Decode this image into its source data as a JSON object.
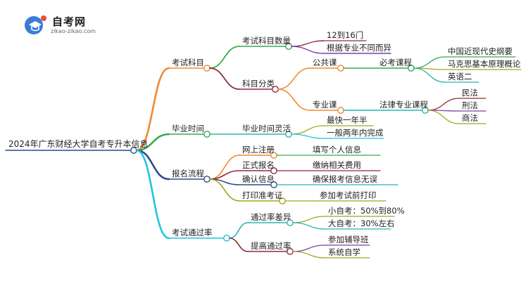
{
  "logo": {
    "name": "自考网",
    "url": "zikao-zikao.com"
  },
  "root": {
    "label": "2024年广东财经大学自考专升本信息"
  },
  "nodes": {
    "kskm": "考试科目",
    "kskm_sl": "考试科目数量",
    "kskm_sl_a": "12到16门",
    "kskm_sl_b": "根据专业不同而异",
    "kmfl": "科目分类",
    "ggk": "公共课",
    "bkkc": "必考课程",
    "bkkc_a": "中国近现代史纲要",
    "bkkc_b": "马克思基本原理概论",
    "bkkc_c": "英语二",
    "zyk": "专业课",
    "flzy": "法律专业课程",
    "flzy_a": "民法",
    "flzy_b": "刑法",
    "flzy_c": "商法",
    "bysj": "毕业时间",
    "bysjlh": "毕业时间灵活",
    "bysjlh_a": "最快一年半",
    "bysjlh_b": "一般两年内完成",
    "bmlc": "报名流程",
    "wszc": "网上注册",
    "wszc_a": "填写个人信息",
    "zsbm": "正式报名",
    "zsbm_a": "缴纳相关费用",
    "qrxx": "确认信息",
    "qrxx_a": "确保报考信息无误",
    "dyzkz": "打印准考证",
    "dyzkz_a": "参加考试前打印",
    "kstgl": "考试通过率",
    "tglcy": "通过率差异",
    "tglcy_a": "小自考：50%到80%",
    "tglcy_b": "大自考：30%左右",
    "tgtgl": "提高通过率",
    "tgtgl_a": "参加辅导班",
    "tgtgl_b": "系统自学"
  },
  "colors": {
    "orange": "#f2892b",
    "green": "#3aa84f",
    "teal": "#2bb5b0",
    "navy": "#2e4a8c",
    "cyan": "#21c4e0",
    "maroon": "#8e2b3b",
    "olive": "#a5a51f",
    "purple": "#7d3fa6",
    "root": "#2e4a8c"
  }
}
